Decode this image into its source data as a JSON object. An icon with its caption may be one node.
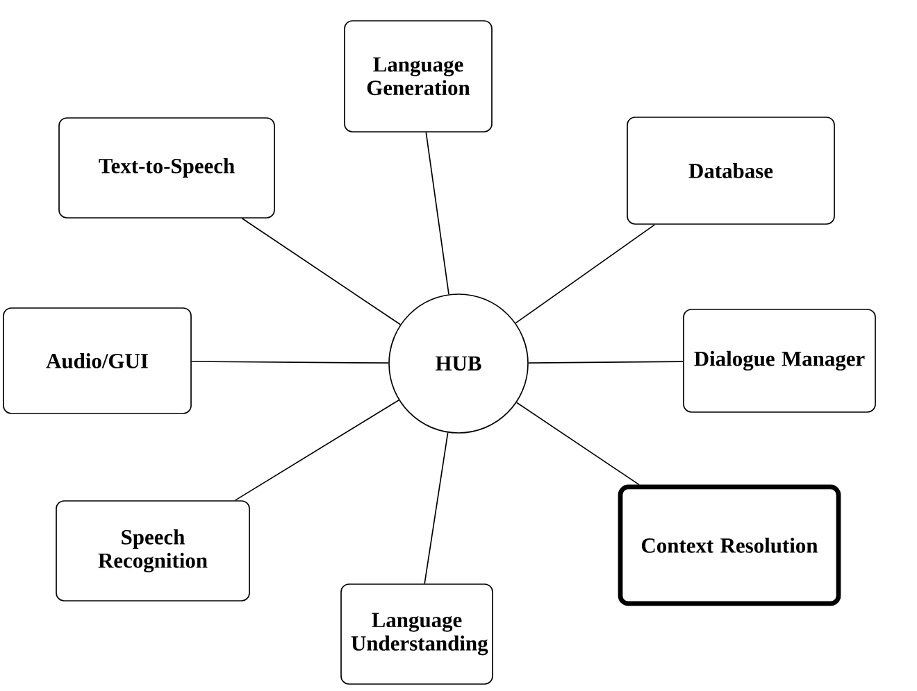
{
  "diagram": {
    "nodes": [
      {
        "text": [
          "Language Generation"
        ]
      },
      {
        "text": [
          "Text-to-Speech"
        ]
      },
      {
        "text": [
          "Database"
        ]
      },
      {
        "text": [
          "Audio/GUI"
        ]
      },
      {
        "text": [
          "HUB"
        ]
      },
      {
        "text": [
          "Dialogue Manager"
        ]
      },
      {
        "text": [
          "Speech Recognition"
        ]
      },
      {
        "text": [
          "Context Resolution"
        ]
      },
      {
        "text": [
          "Language Understanding"
        ]
      }
    ],
    "edges": [
      {
        "from": 4,
        "to": 0,
        "arrow": "none"
      },
      {
        "from": 4,
        "to": 1,
        "arrow": "none"
      },
      {
        "from": 4,
        "to": 2,
        "arrow": "none"
      },
      {
        "from": 4,
        "to": 3,
        "arrow": "none"
      },
      {
        "from": 4,
        "to": 5,
        "arrow": "none"
      },
      {
        "from": 4,
        "to": 6,
        "arrow": "none"
      },
      {
        "from": 4,
        "to": 7,
        "arrow": "none"
      },
      {
        "from": 4,
        "to": 8,
        "arrow": "none"
      }
    ]
  }
}
